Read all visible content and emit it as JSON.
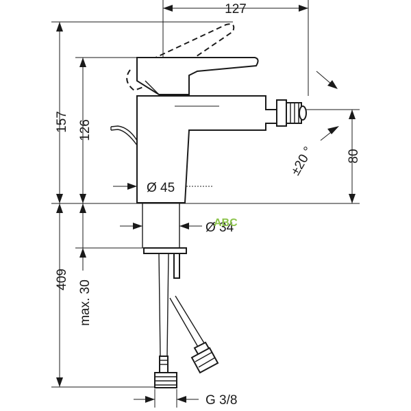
{
  "dimensions": {
    "overall_height": "157",
    "lever_height": "126",
    "spout_reach": "127",
    "outlet_height": "80",
    "swivel_angle": "±20 °",
    "base_diameter": "Ø 45",
    "shank_diameter": "Ø 34",
    "hose_length": "409",
    "max_thickness": "max. 30",
    "thread": "G 3/8"
  },
  "watermark": {
    "text": "ABC"
  }
}
